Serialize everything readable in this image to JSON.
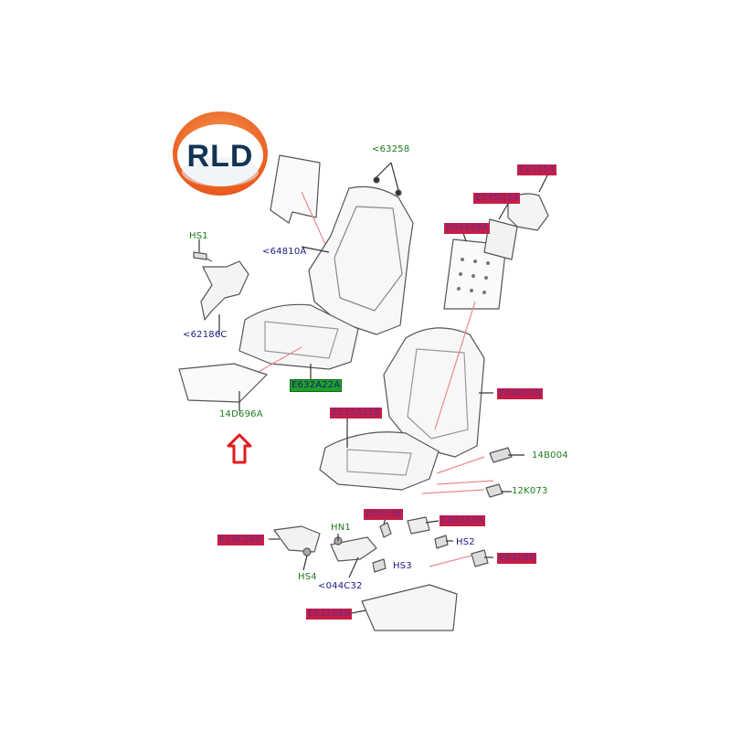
{
  "logo": {
    "text": "RLD",
    "colors": {
      "orange": "#ef6a22",
      "navy": "#123455"
    }
  },
  "labels": {
    "hs1": "HS1",
    "c63258": "<63258",
    "c64810a": "<64810A",
    "c62186c": "<62186C",
    "c632a22a_green": "E632A22A",
    "c14d696a": "14D696A",
    "c14b004": "14B004",
    "c12k073": "12K073",
    "hn1": "HN1",
    "hs4": "HS4",
    "c044c32": "<044C32",
    "hs3": "HS3",
    "hs2": "HS2",
    "r_top_right": "E23354",
    "r_045q": "E045Q34",
    "r_64438": "E64438A",
    "r_64810b": "E64810B",
    "r_632a22b": "E632A22B",
    "r_60138": "E60138",
    "r_603a": "E603A54",
    "r_18c": "E18C560",
    "r_63196": "E63196",
    "r_62188": "E62188A"
  },
  "arrow": {
    "color": "#e01b1b",
    "direction": "up"
  }
}
